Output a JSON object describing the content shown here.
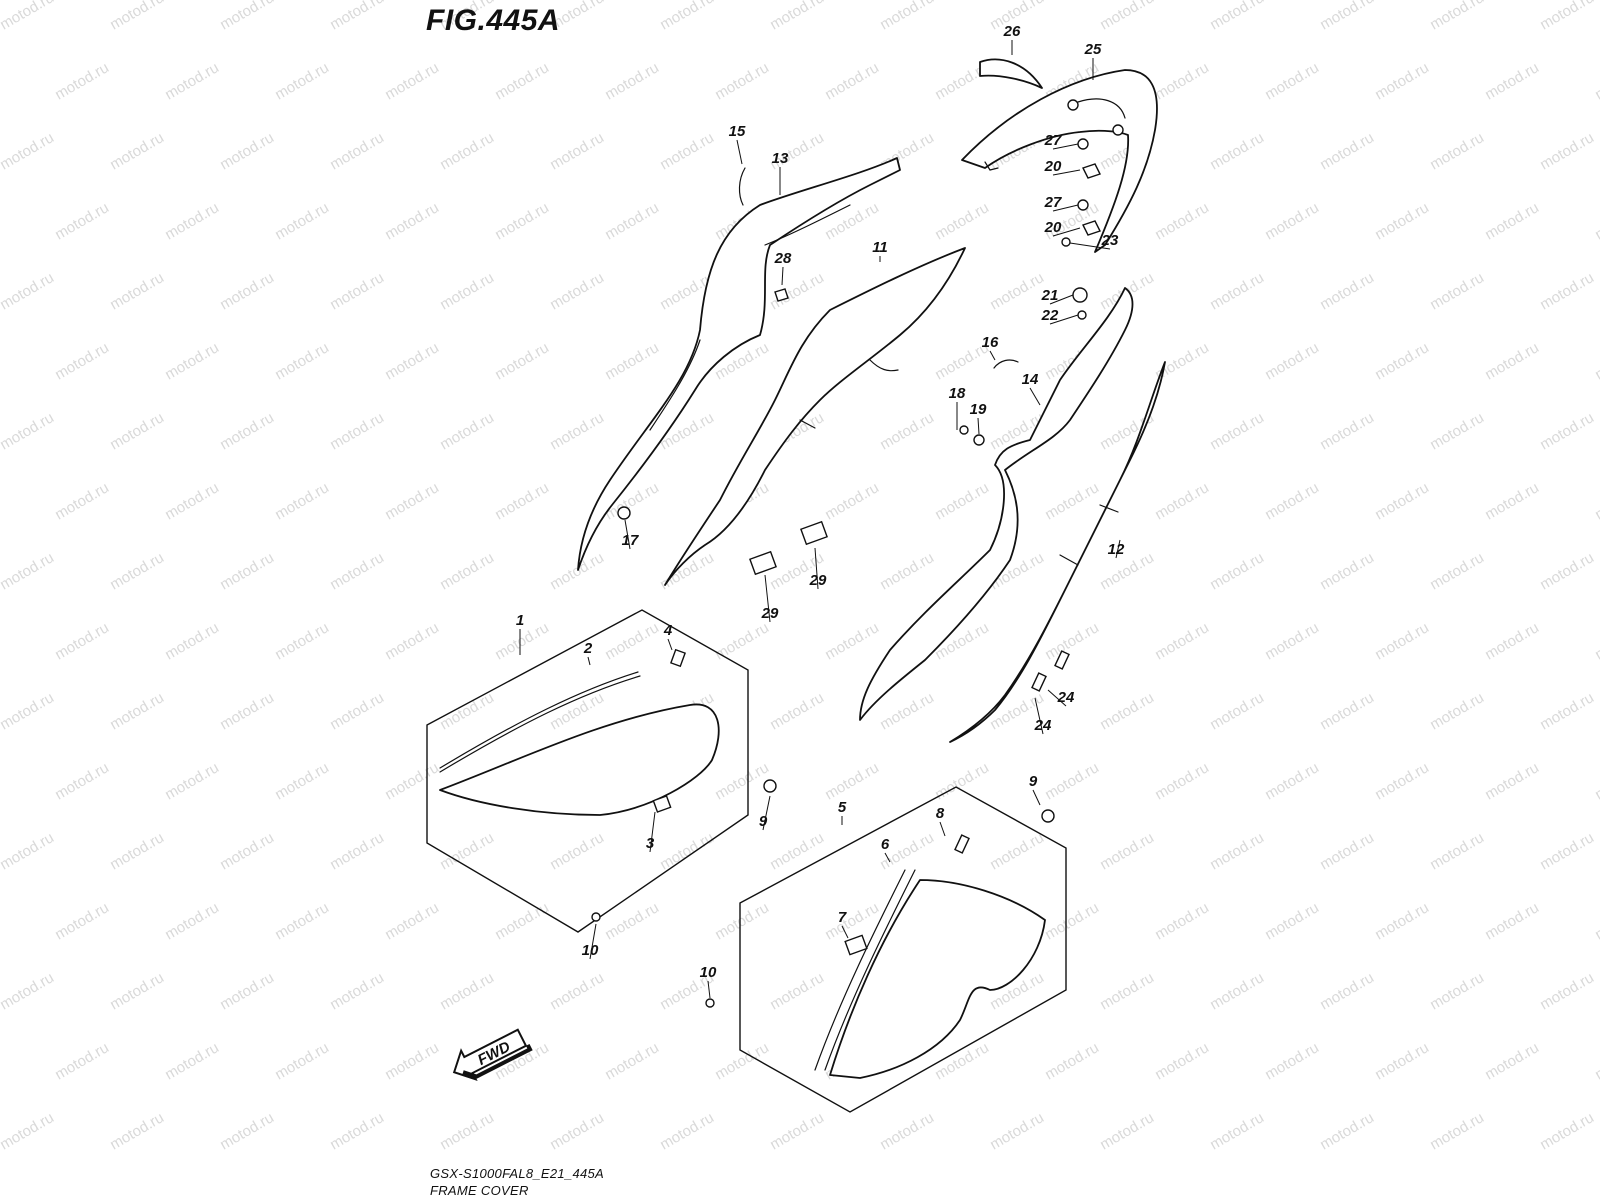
{
  "header": {
    "figure_title": "FIG.445A"
  },
  "footer": {
    "code": "GSX-S1000FAL8_E21_445A",
    "caption": "FRAME COVER"
  },
  "watermark": {
    "text": "motod.ru"
  },
  "fwd_arrow": {
    "label": "FWD"
  },
  "callouts": [
    {
      "id": "c1",
      "label": "1"
    },
    {
      "id": "c2",
      "label": "2"
    },
    {
      "id": "c3",
      "label": "3"
    },
    {
      "id": "c4",
      "label": "4"
    },
    {
      "id": "c5",
      "label": "5"
    },
    {
      "id": "c6",
      "label": "6"
    },
    {
      "id": "c7",
      "label": "7"
    },
    {
      "id": "c8",
      "label": "8"
    },
    {
      "id": "c9a",
      "label": "9"
    },
    {
      "id": "c9b",
      "label": "9"
    },
    {
      "id": "c10a",
      "label": "10"
    },
    {
      "id": "c10b",
      "label": "10"
    },
    {
      "id": "c11",
      "label": "11"
    },
    {
      "id": "c12",
      "label": "12"
    },
    {
      "id": "c13",
      "label": "13"
    },
    {
      "id": "c14",
      "label": "14"
    },
    {
      "id": "c15",
      "label": "15"
    },
    {
      "id": "c16",
      "label": "16"
    },
    {
      "id": "c17",
      "label": "17"
    },
    {
      "id": "c18",
      "label": "18"
    },
    {
      "id": "c19",
      "label": "19"
    },
    {
      "id": "c20a",
      "label": "20"
    },
    {
      "id": "c20b",
      "label": "20"
    },
    {
      "id": "c21",
      "label": "21"
    },
    {
      "id": "c22",
      "label": "22"
    },
    {
      "id": "c23",
      "label": "23"
    },
    {
      "id": "c24a",
      "label": "24"
    },
    {
      "id": "c24b",
      "label": "24"
    },
    {
      "id": "c25",
      "label": "25"
    },
    {
      "id": "c26",
      "label": "26"
    },
    {
      "id": "c27a",
      "label": "27"
    },
    {
      "id": "c27b",
      "label": "27"
    },
    {
      "id": "c28",
      "label": "28"
    },
    {
      "id": "c29a",
      "label": "29"
    },
    {
      "id": "c29b",
      "label": "29"
    }
  ]
}
